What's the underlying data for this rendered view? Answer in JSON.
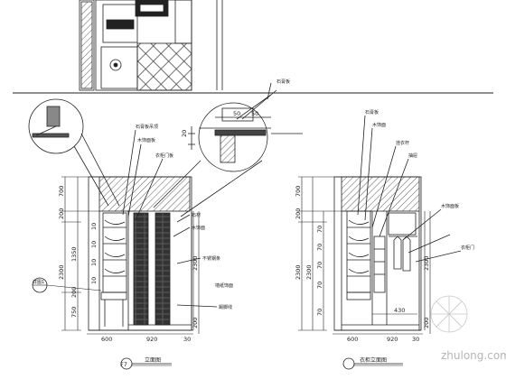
{
  "left_elevation": {
    "title": "立面图",
    "detail_mark": "F7",
    "callout": "详图1",
    "dims_height": [
      "700",
      "200",
      "1350",
      "200",
      "2300",
      "750"
    ],
    "dims_side": [
      "10",
      "10",
      "10",
      "10"
    ],
    "dims_right": [
      "2300",
      "200"
    ],
    "dims_bottom": [
      "600",
      "920",
      "30"
    ],
    "labels": [
      "石膏板吊顶",
      "木饰面板",
      "衣柜门板",
      "石材",
      "木饰面",
      "不锈钢条",
      "墙纸饰面",
      "踢脚线"
    ]
  },
  "right_elevation": {
    "title": "衣柜立面图",
    "dims_height": [
      "700",
      "200",
      "2300",
      "2300"
    ],
    "dims_inner": [
      "70",
      "70",
      "70",
      "70",
      "70"
    ],
    "dims_right": [
      "2300",
      "200"
    ],
    "dims_bottom": [
      "600",
      "920",
      "30"
    ],
    "dim_inner_bottom": "430",
    "labels": [
      "石膏板",
      "木饰面",
      "挂衣杆",
      "抽屉",
      "木饰面板",
      "衣柜门"
    ]
  },
  "section_detail": {
    "dims": [
      "50",
      "50",
      "20"
    ],
    "label": "石膏板"
  },
  "watermark": "zhulong.com"
}
